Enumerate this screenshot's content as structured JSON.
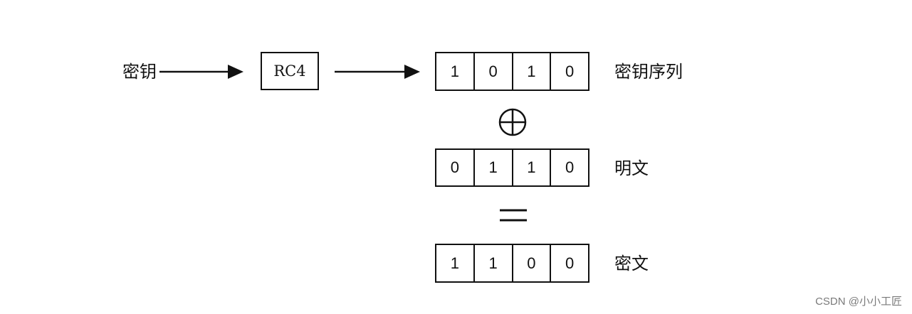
{
  "input": {
    "key_label": "密钥"
  },
  "cipher": {
    "label": "RC4"
  },
  "rows": [
    {
      "name": "keystream",
      "label": "密钥序列",
      "bits": [
        "1",
        "0",
        "1",
        "0"
      ]
    },
    {
      "name": "plaintext",
      "label": "明文",
      "bits": [
        "0",
        "1",
        "1",
        "0"
      ]
    },
    {
      "name": "ciphertext",
      "label": "密文",
      "bits": [
        "1",
        "1",
        "0",
        "0"
      ]
    }
  ],
  "watermark": "CSDN @小小工匠"
}
